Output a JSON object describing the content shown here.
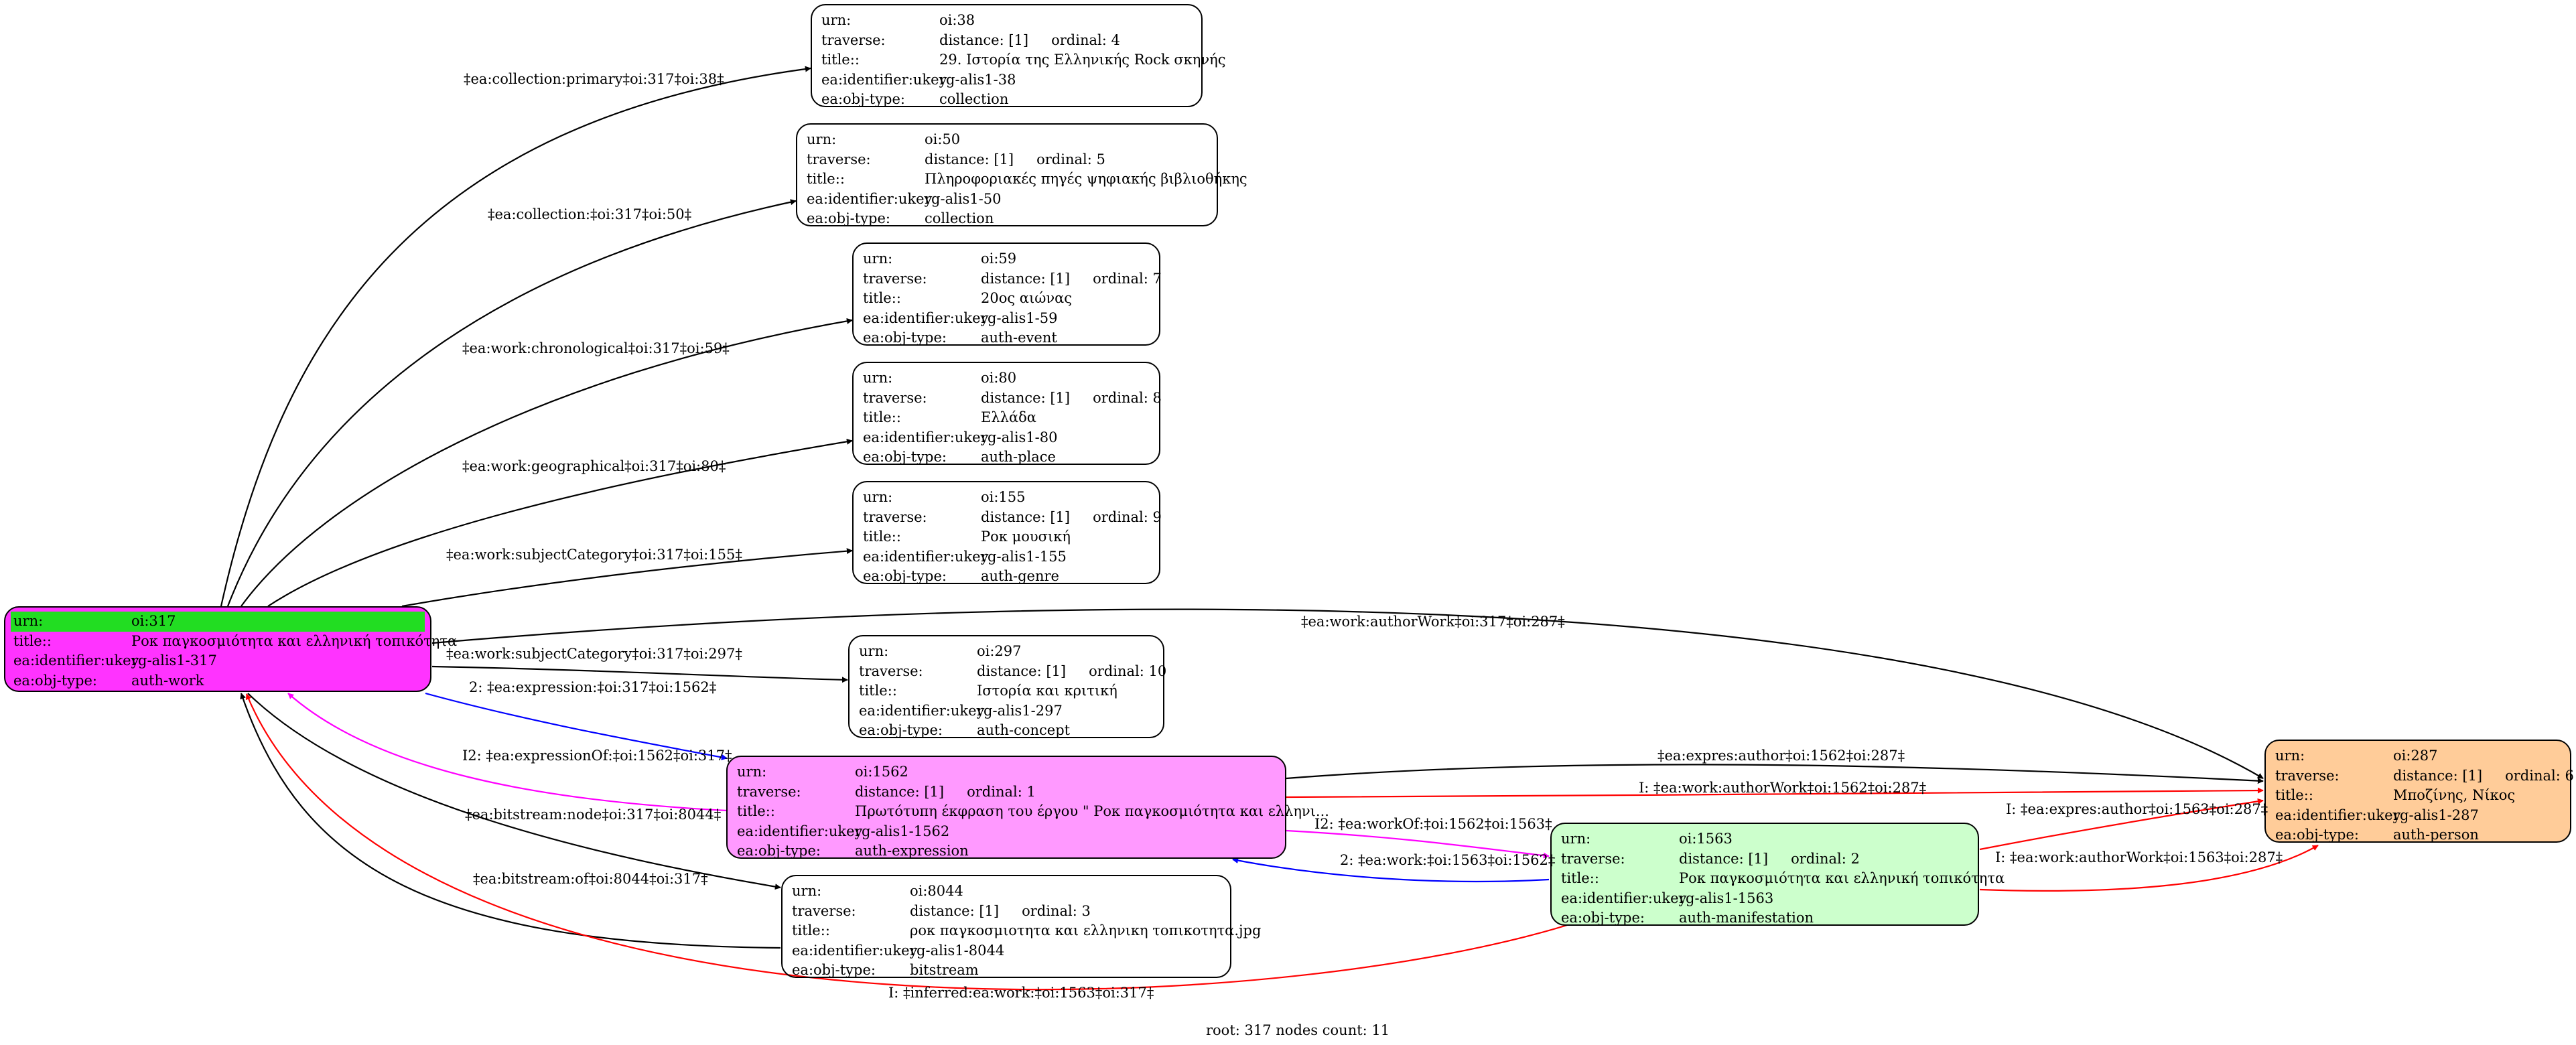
{
  "nodes": {
    "oi317": {
      "urn_key": "urn:",
      "urn": "oi:317",
      "title_key": "title::",
      "title": "Ροκ παγκοσμιότητα και ελληνική τοπικότητα",
      "ukey_key": "ea:identifier:ukey",
      "ukey": "rg-alis1-317",
      "type_key": "ea:obj-type:",
      "type": "auth-work",
      "fill": "#ff33ff"
    },
    "oi38": {
      "urn_key": "urn:",
      "urn": "oi:38",
      "traverse_key": "traverse:",
      "distance": "distance: [1]",
      "ordinal": "ordinal: 4",
      "title_key": "title::",
      "title": "29. Ιστορία της Ελληνικής Rock σκηνής",
      "ukey_key": "ea:identifier:ukey",
      "ukey": "rg-alis1-38",
      "type_key": "ea:obj-type:",
      "type": "collection"
    },
    "oi50": {
      "urn_key": "urn:",
      "urn": "oi:50",
      "traverse_key": "traverse:",
      "distance": "distance: [1]",
      "ordinal": "ordinal: 5",
      "title_key": "title::",
      "title": "Πληροφοριακές πηγές ψηφιακής βιβλιοθήκης",
      "ukey_key": "ea:identifier:ukey",
      "ukey": "rg-alis1-50",
      "type_key": "ea:obj-type:",
      "type": "collection"
    },
    "oi59": {
      "urn_key": "urn:",
      "urn": "oi:59",
      "traverse_key": "traverse:",
      "distance": "distance: [1]",
      "ordinal": "ordinal: 7",
      "title_key": "title::",
      "title": "20ος αιώνας",
      "ukey_key": "ea:identifier:ukey",
      "ukey": "rg-alis1-59",
      "type_key": "ea:obj-type:",
      "type": "auth-event"
    },
    "oi80": {
      "urn_key": "urn:",
      "urn": "oi:80",
      "traverse_key": "traverse:",
      "distance": "distance: [1]",
      "ordinal": "ordinal: 8",
      "title_key": "title::",
      "title": "Ελλάδα",
      "ukey_key": "ea:identifier:ukey",
      "ukey": "rg-alis1-80",
      "type_key": "ea:obj-type:",
      "type": "auth-place"
    },
    "oi155": {
      "urn_key": "urn:",
      "urn": "oi:155",
      "traverse_key": "traverse:",
      "distance": "distance: [1]",
      "ordinal": "ordinal: 9",
      "title_key": "title::",
      "title": "Ροκ μουσική",
      "ukey_key": "ea:identifier:ukey",
      "ukey": "rg-alis1-155",
      "type_key": "ea:obj-type:",
      "type": "auth-genre"
    },
    "oi297": {
      "urn_key": "urn:",
      "urn": "oi:297",
      "traverse_key": "traverse:",
      "distance": "distance: [1]",
      "ordinal": "ordinal: 10",
      "title_key": "title::",
      "title": "Ιστορία και κριτική",
      "ukey_key": "ea:identifier:ukey",
      "ukey": "rg-alis1-297",
      "type_key": "ea:obj-type:",
      "type": "auth-concept"
    },
    "oi1562": {
      "urn_key": "urn:",
      "urn": "oi:1562",
      "traverse_key": "traverse:",
      "distance": "distance: [1]",
      "ordinal": "ordinal: 1",
      "title_key": "title::",
      "title": "Πρωτότυπη έκφραση του έργου \" Ροκ παγκοσμιότητα και ελληνι...",
      "ukey_key": "ea:identifier:ukey",
      "ukey": "rg-alis1-1562",
      "type_key": "ea:obj-type:",
      "type": "auth-expression",
      "fill": "#ff99ff"
    },
    "oi8044": {
      "urn_key": "urn:",
      "urn": "oi:8044",
      "traverse_key": "traverse:",
      "distance": "distance: [1]",
      "ordinal": "ordinal: 3",
      "title_key": "title::",
      "title": "ροκ παγκοσμιοτητα και ελληνικη τοπικοτητα.jpg",
      "ukey_key": "ea:identifier:ukey",
      "ukey": "rg-alis1-8044",
      "type_key": "ea:obj-type:",
      "type": "bitstream"
    },
    "oi1563": {
      "urn_key": "urn:",
      "urn": "oi:1563",
      "traverse_key": "traverse:",
      "distance": "distance: [1]",
      "ordinal": "ordinal: 2",
      "title_key": "title::",
      "title": "Ροκ παγκοσμιότητα και ελληνική τοπικότητα",
      "ukey_key": "ea:identifier:ukey",
      "ukey": "rg-alis1-1563",
      "type_key": "ea:obj-type:",
      "type": "auth-manifestation",
      "fill": "#ccffcc"
    },
    "oi287": {
      "urn_key": "urn:",
      "urn": "oi:287",
      "traverse_key": "traverse:",
      "distance": "distance: [1]",
      "ordinal": "ordinal: 6",
      "title_key": "title::",
      "title": "Μποζίνης, Νίκος",
      "ukey_key": "ea:identifier:ukey",
      "ukey": "rg-alis1-287",
      "type_key": "ea:obj-type:",
      "type": "auth-person",
      "fill": "#ffcc99"
    }
  },
  "edges": {
    "e38": {
      "label": "‡ea:collection:primary‡oi:317‡oi:38‡",
      "color": "#000000"
    },
    "e50": {
      "label": "‡ea:collection:‡oi:317‡oi:50‡",
      "color": "#000000"
    },
    "e59": {
      "label": "‡ea:work:chronological‡oi:317‡oi:59‡",
      "color": "#000000"
    },
    "e80": {
      "label": "‡ea:work:geographical‡oi:317‡oi:80‡",
      "color": "#000000"
    },
    "e155": {
      "label": "‡ea:work:subjectCategory‡oi:317‡oi:155‡",
      "color": "#000000"
    },
    "e297": {
      "label": "‡ea:work:subjectCategory‡oi:317‡oi:297‡",
      "color": "#000000"
    },
    "e287": {
      "label": "‡ea:work:authorWork‡oi:317‡oi:287‡",
      "color": "#000000"
    },
    "eexp": {
      "label": "2: ‡ea:expression:‡oi:317‡oi:1562‡",
      "color": "#0000ff"
    },
    "eexpof": {
      "label": "I2: ‡ea:expressionOf:‡oi:1562‡oi:317‡",
      "color": "#ff00ff"
    },
    "ebsn": {
      "label": "‡ea:bitstream:node‡oi:317‡oi:8044‡",
      "color": "#000000"
    },
    "ebso": {
      "label": "‡ea:bitstream:of‡oi:8044‡oi:317‡",
      "color": "#000000"
    },
    "eexa": {
      "label": "‡ea:expres:author‡oi:1562‡oi:287‡",
      "color": "#000000"
    },
    "eiaw": {
      "label": "I: ‡ea:work:authorWork‡oi:1562‡oi:287‡",
      "color": "#ff0000"
    },
    "ewo": {
      "label": "I2: ‡ea:workOf:‡oi:1562‡oi:1563‡",
      "color": "#ff00ff"
    },
    "ew": {
      "label": "2: ‡ea:work:‡oi:1563‡oi:1562‡",
      "color": "#0000ff"
    },
    "eiea": {
      "label": "I: ‡ea:expres:author‡oi:1563‡oi:287‡",
      "color": "#ff0000"
    },
    "eiwa": {
      "label": "I: ‡ea:work:authorWork‡oi:1563‡oi:287‡",
      "color": "#ff0000"
    },
    "einf": {
      "label": "I: ‡inferred:ea:work:‡oi:1563‡oi:317‡",
      "color": "#ff0000"
    }
  },
  "footer": "root: 317 nodes count: 11"
}
